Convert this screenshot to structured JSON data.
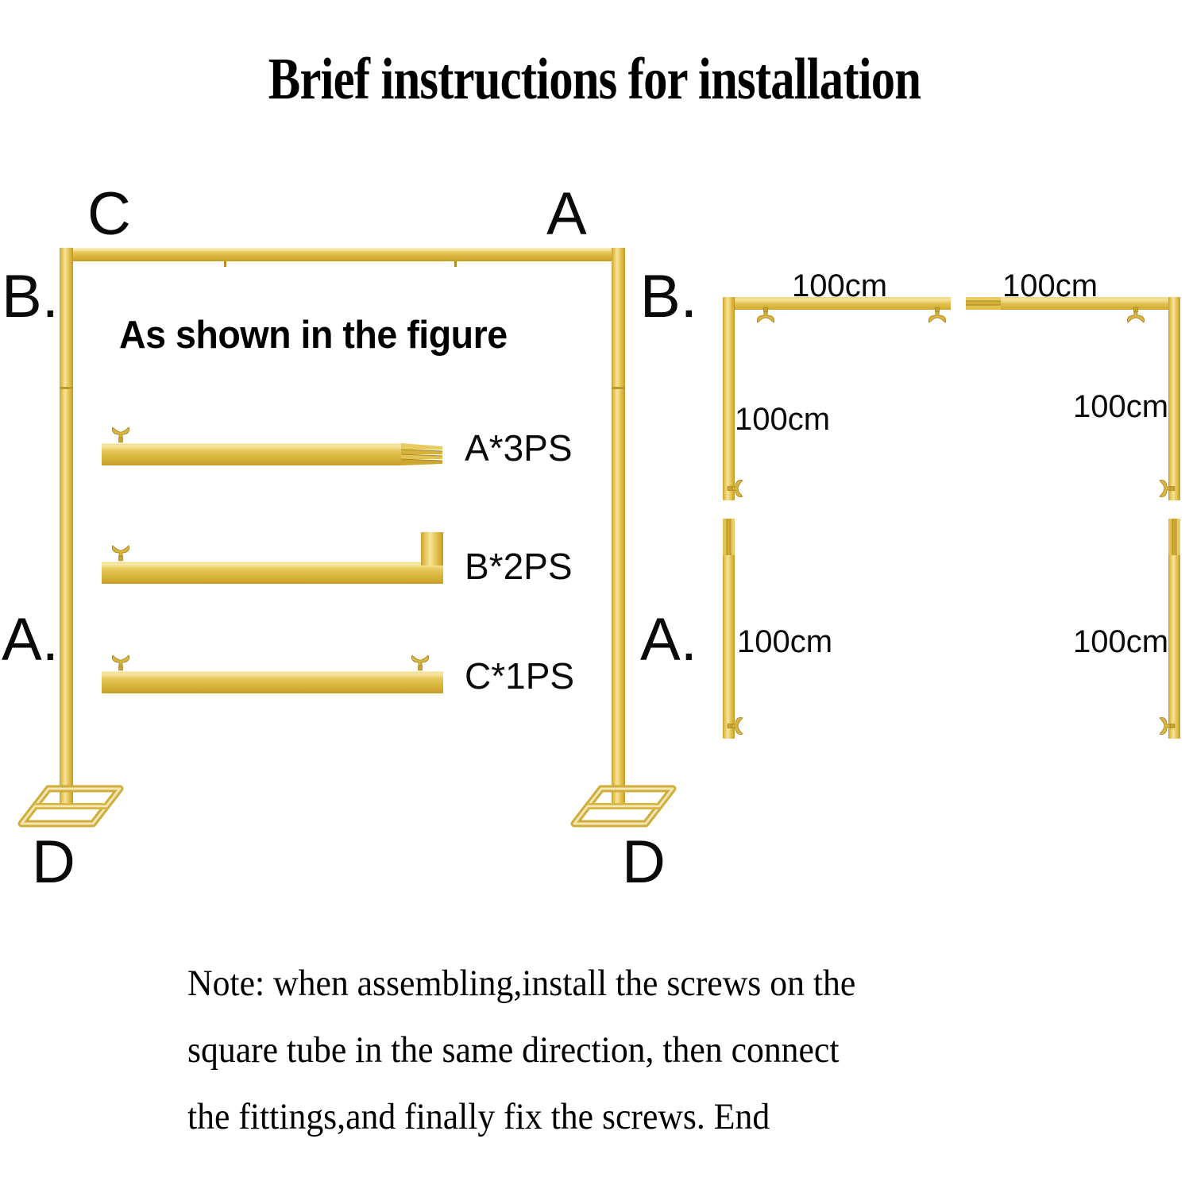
{
  "title": "Brief instructions for installation",
  "left_figure": {
    "caption": "As shown in the figure",
    "corner_labels": {
      "top_left": "C",
      "top_right": "A",
      "left_upper": "B.",
      "right_upper": "B.",
      "left_lower": "A.",
      "foot_left": "D",
      "foot_right": "D"
    },
    "parts": [
      {
        "label": "A*3PS",
        "name": "straight-tube-grooved-end",
        "qty": 3
      },
      {
        "label": "B*2PS",
        "name": "l-shaped-tube",
        "qty": 2
      },
      {
        "label": "C*1PS",
        "name": "straight-tube-two-screws",
        "qty": 1
      }
    ]
  },
  "right_figure": {
    "section_b_label": "B.",
    "section_a_label": "A.",
    "dimensions": {
      "b_top_left": "100cm",
      "b_top_right": "100cm",
      "b_side_left": "100cm",
      "b_side_right": "100cm",
      "a_post_left": "100cm",
      "a_post_right": "100cm"
    }
  },
  "note": {
    "line1": "Note: when assembling,install the screws on the",
    "line2": "square tube in the same direction, then connect",
    "line3": "the fittings,and finally fix the screws. End"
  },
  "colors": {
    "gold_light": "#f6e49b",
    "gold": "#e2bf4d",
    "gold_dark": "#c09826",
    "text": "#0a0a0a",
    "background": "#ffffff"
  }
}
